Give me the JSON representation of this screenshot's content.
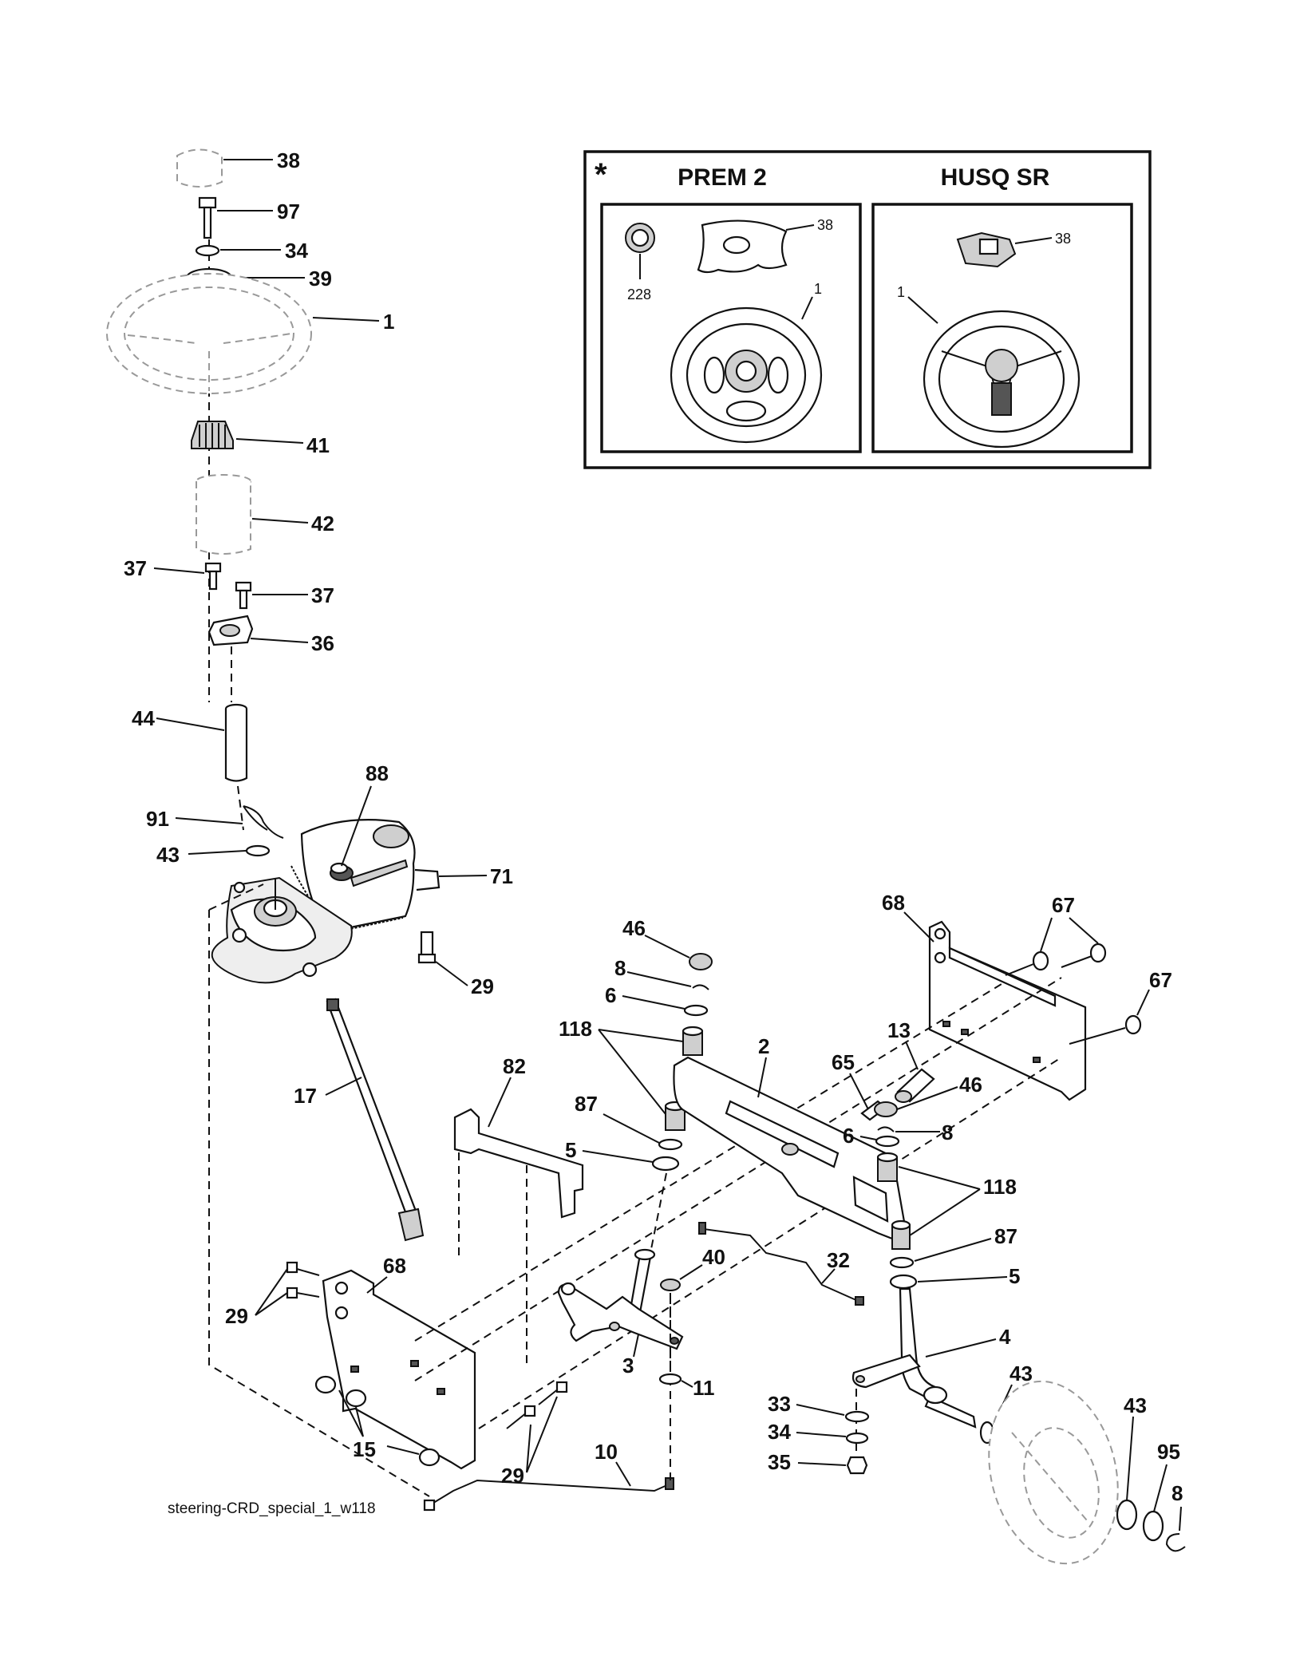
{
  "caption": "steering-CRD_special_1_w118",
  "inset": {
    "asterisk": "*",
    "left_title": "PREM 2",
    "right_title": "HUSQ SR",
    "left_callouts": [
      "38",
      "228",
      "1"
    ],
    "right_callouts": [
      "38",
      "1"
    ]
  },
  "callouts": {
    "c38": "38",
    "c97": "97",
    "c34": "34",
    "c39": "39",
    "c1": "1",
    "c41": "41",
    "c42": "42",
    "c37a": "37",
    "c37b": "37",
    "c36": "36",
    "c44": "44",
    "c88": "88",
    "c91": "91",
    "c43a": "43",
    "c71": "71",
    "c29a": "29",
    "c17": "17",
    "c46a": "46",
    "c8a": "8",
    "c6a": "6",
    "c118a": "118",
    "c87a": "87",
    "c5a": "5",
    "c82": "82",
    "c68a": "68",
    "c67a": "67",
    "c67b": "67",
    "c13": "13",
    "c65": "65",
    "c2": "2",
    "c46b": "46",
    "c6b": "6",
    "c8b": "8",
    "c118b": "118",
    "c87b": "87",
    "c5b": "5",
    "c40": "40",
    "c32": "32",
    "c68b": "68",
    "c29b": "29",
    "c3": "3",
    "c4": "4",
    "c43b": "43",
    "c11": "11",
    "c33": "33",
    "c34b": "34",
    "c35": "35",
    "c15": "15",
    "c29c": "29",
    "c10": "10",
    "c43c": "43",
    "c95": "95",
    "c8c": "8"
  }
}
